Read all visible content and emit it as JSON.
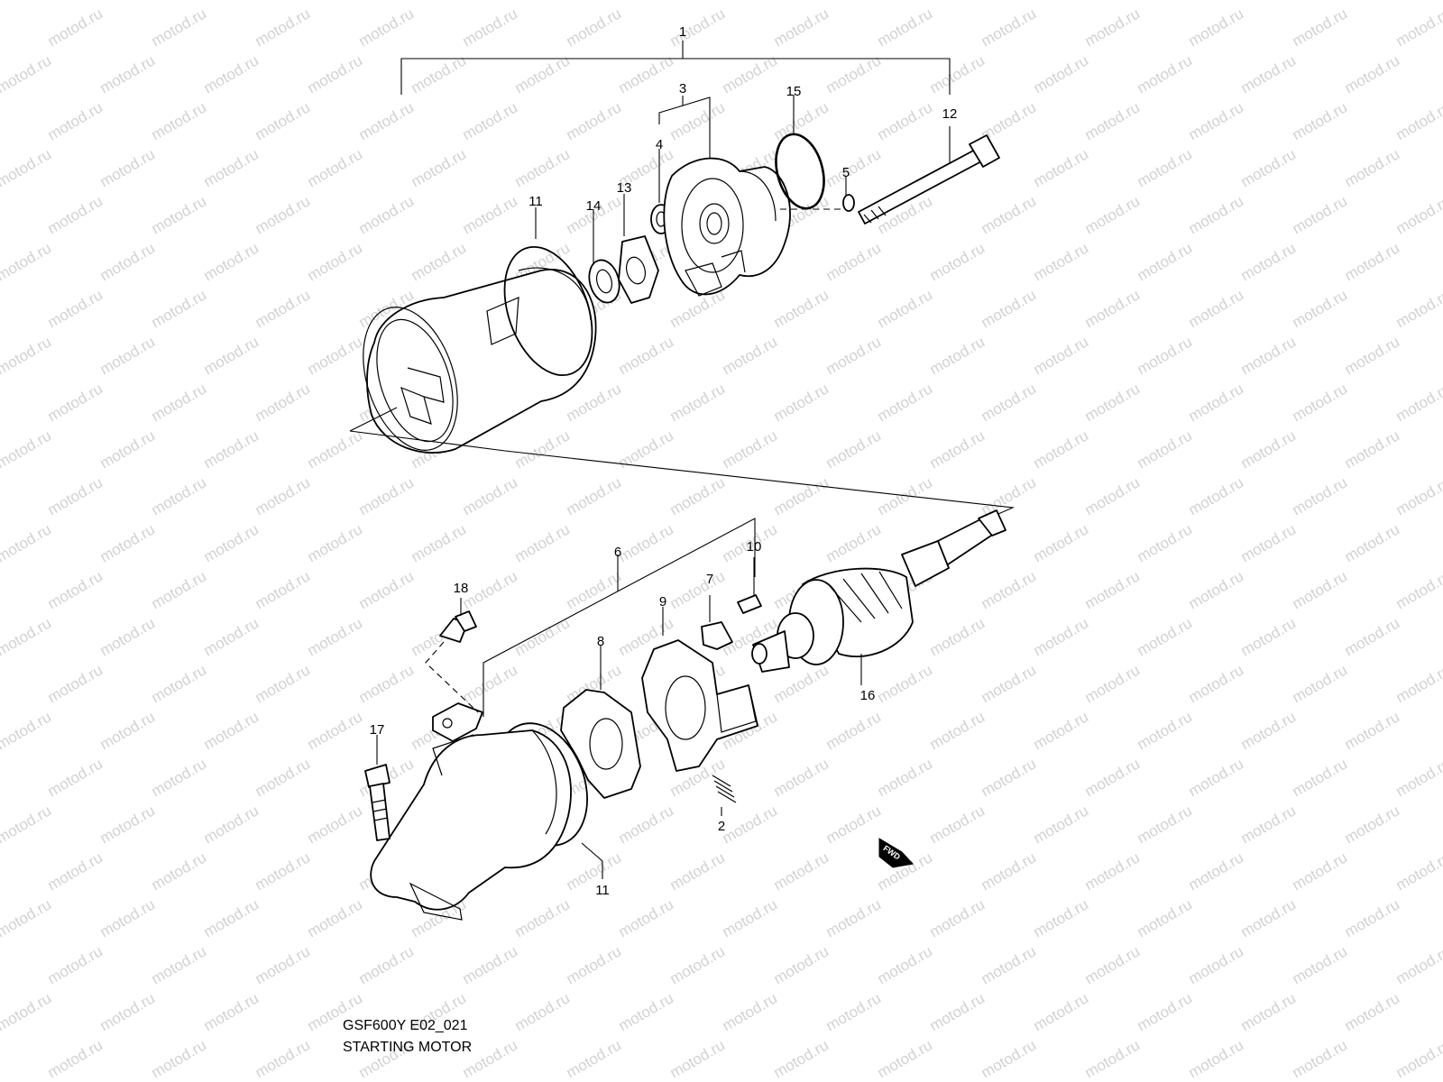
{
  "watermark": {
    "text": "motod.ru"
  },
  "caption": {
    "model_line": "GSF600Y E02_021",
    "title_line": "STARTING MOTOR"
  },
  "callouts": {
    "c1": "1",
    "c2": "2",
    "c3": "3",
    "c4": "4",
    "c5": "5",
    "c6": "6",
    "c7": "7",
    "c8": "8",
    "c9": "9",
    "c10": "10",
    "c11a": "11",
    "c11b": "11",
    "c12": "12",
    "c13": "13",
    "c14": "14",
    "c15": "15",
    "c16": "16",
    "c17": "17",
    "c18": "18"
  },
  "direction_badge": {
    "text": "FWD"
  }
}
